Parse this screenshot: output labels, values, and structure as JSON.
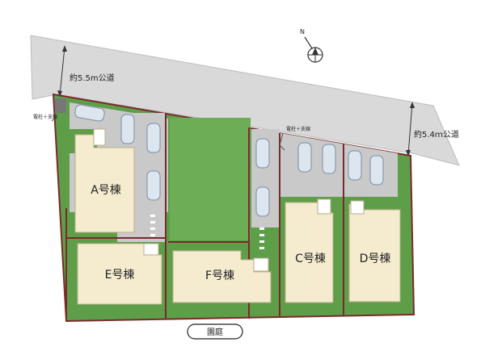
{
  "roads": {
    "north_width": "約5.5m公道",
    "east_width": "約5.4ｍ公道"
  },
  "utility_poles": {
    "left": "電柱＋支線",
    "right": "電柱＋支線"
  },
  "buildings": {
    "a": "A号棟",
    "b": "E号棟",
    "c": "F号棟",
    "d": "C号棟",
    "e": "D号棟"
  },
  "park": {
    "label": "園庭"
  },
  "compass": {
    "north_letter": "N"
  },
  "colors": {
    "road": "#d9d9d9",
    "lot_green": "#5f9e49",
    "lot_border": "#7a2a2a",
    "parking": "#c9c9c9",
    "building": "#f5ecd0",
    "car": "#dde5ee"
  }
}
